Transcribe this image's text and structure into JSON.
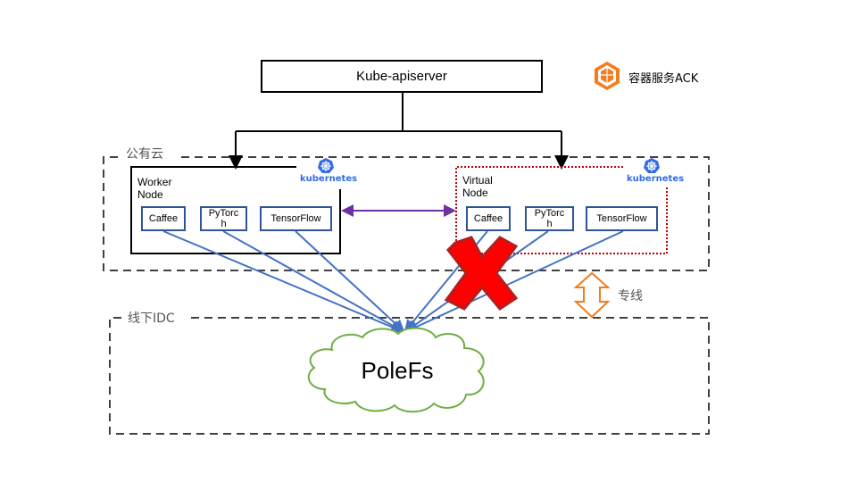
{
  "apiserver": {
    "label": "Kube-apiserver"
  },
  "ack": {
    "label": "容器服务ACK",
    "icon": "ack-cube-icon",
    "color": "#f47c20"
  },
  "public_cloud": {
    "label": "公有云",
    "worker_node": {
      "label_line1": "Worker",
      "label_line2": "Node",
      "badge": "kubernetes",
      "frameworks": [
        {
          "line1": "Caffee",
          "line2": ""
        },
        {
          "line1": "PyTorc",
          "line2": "h"
        },
        {
          "line1": "TensorFlow",
          "line2": ""
        }
      ]
    },
    "virtual_node": {
      "label_line1": "Virtual",
      "label_line2": "Node",
      "badge": "kubernetes",
      "frameworks": [
        {
          "line1": "Caffee",
          "line2": ""
        },
        {
          "line1": "PyTorc",
          "line2": "h"
        },
        {
          "line1": "TensorFlow",
          "line2": ""
        }
      ]
    }
  },
  "dedicated_line": {
    "label": "专线",
    "color": "#f47c20"
  },
  "idc": {
    "label": "线下IDC",
    "storage": "PoleFs"
  },
  "colors": {
    "link_blue": "#4472c4",
    "node_link_purple": "#7030a0",
    "virtual_border": "#c00000",
    "cloud_green": "#70ad47",
    "cross_red": "#ff0000",
    "k8s_blue": "#326ce5"
  }
}
